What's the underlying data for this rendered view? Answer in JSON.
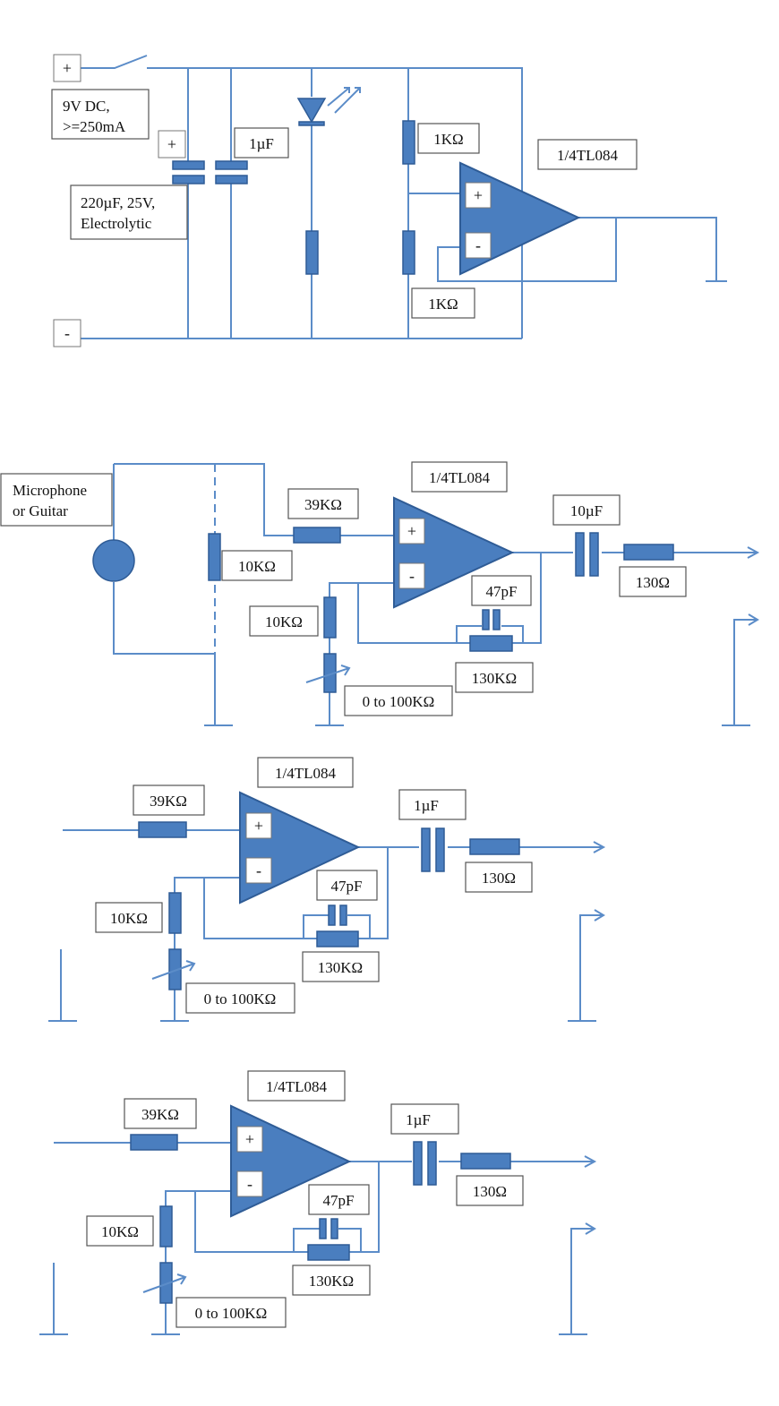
{
  "power": {
    "plus_terminal": "+",
    "minus_terminal": "-",
    "supply_line1": "9V DC,",
    "supply_line2": ">=250mA",
    "cap_plus": "+",
    "cap_elec_line1": "220µF, 25V,",
    "cap_elec_line2": "Electrolytic",
    "cap_small": "1µF",
    "res_top": "1KΩ",
    "res_bottom": "1KΩ",
    "opamp": "1/4TL084",
    "opamp_plus": "+",
    "opamp_minus": "-"
  },
  "stage1": {
    "input_line1": "Microphone",
    "input_line2": "or Guitar",
    "res_input": "39KΩ",
    "res_shunt": "10KΩ",
    "opamp": "1/4TL084",
    "opamp_plus": "+",
    "opamp_minus": "-",
    "cap_out": "10µF",
    "res_out": "130Ω",
    "cap_fb": "47pF",
    "res_fb": "130KΩ",
    "res_gnd": "10KΩ",
    "pot": "0 to 100KΩ"
  },
  "stage2": {
    "res_input": "39KΩ",
    "opamp": "1/4TL084",
    "opamp_plus": "+",
    "opamp_minus": "-",
    "cap_out": "1µF",
    "res_out": "130Ω",
    "cap_fb": "47pF",
    "res_fb": "130KΩ",
    "res_gnd": "10KΩ",
    "pot": "0 to 100KΩ"
  },
  "stage3": {
    "res_input": "39KΩ",
    "opamp": "1/4TL084",
    "opamp_plus": "+",
    "opamp_minus": "-",
    "cap_out": "1µF",
    "res_out": "130Ω",
    "cap_fb": "47pF",
    "res_fb": "130KΩ",
    "res_gnd": "10KΩ",
    "pot": "0 to 100KΩ"
  },
  "colors": {
    "wire": "#5b8cc8",
    "component": "#4a7ebf",
    "outline": "#2f5c96"
  }
}
